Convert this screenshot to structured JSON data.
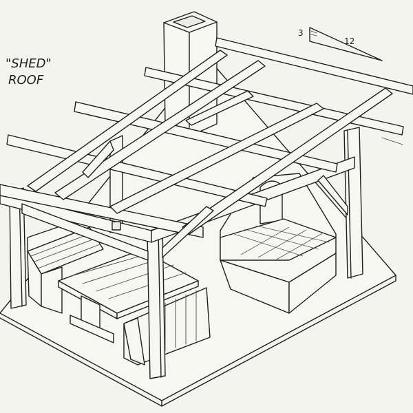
{
  "annotation": {
    "line1": "\"SHED\"",
    "line2": "ROOF"
  },
  "pitch": {
    "rise": "3",
    "run": "12"
  },
  "colors": {
    "paper": "#f4f4ee",
    "ink": "#1e1e1e"
  }
}
